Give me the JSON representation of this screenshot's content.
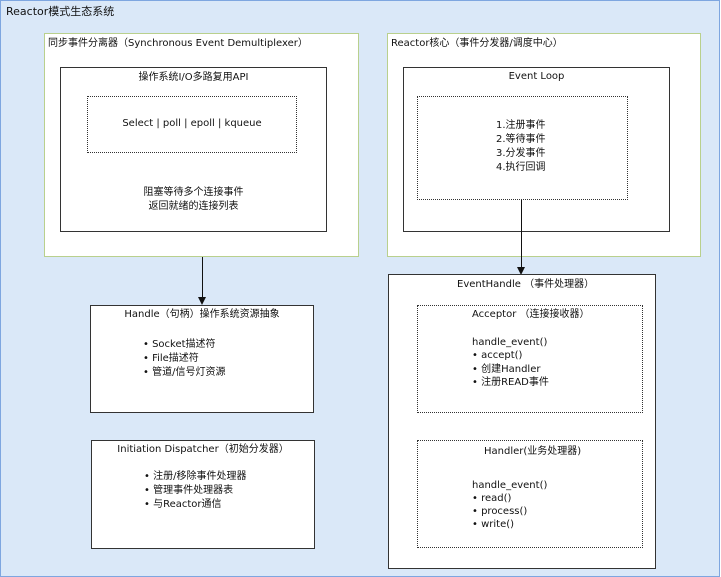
{
  "title": "Reactor模式生态系统",
  "demux": {
    "title": "同步事件分离器（Synchronous Event Demultiplexer）",
    "api_title": "操作系统I/O多路复用API",
    "apis": "Select | poll | epoll | kqueue",
    "desc": [
      "阻塞等待多个连接事件",
      "返回就绪的连接列表"
    ]
  },
  "core": {
    "title": "Reactor核心（事件分发器/调度中心）",
    "loop_title": "Event Loop",
    "steps": [
      "1.注册事件",
      "2.等待事件",
      "3.分发事件",
      "4.执行回调"
    ]
  },
  "handle": {
    "title": "Handle（句柄）操作系统资源抽象",
    "items": [
      "Socket描述符",
      "File描述符",
      "管道/信号灯资源"
    ]
  },
  "dispatcher": {
    "title": "Initiation Dispatcher（初始分发器）",
    "items": [
      "注册/移除事件处理器",
      "管理事件处理器表",
      "与Reactor通信"
    ]
  },
  "event_handle": {
    "title": "EventHandle （事件处理器）",
    "acceptor": {
      "title": "Acceptor （连接接收器）",
      "method": "handle_event()",
      "items": [
        "accept()",
        "创建Handler",
        "注册READ事件"
      ]
    },
    "handler": {
      "title": "Handler(业务处理器)",
      "method": "handle_event()",
      "items": [
        "read()",
        "process()",
        "write()"
      ]
    }
  }
}
